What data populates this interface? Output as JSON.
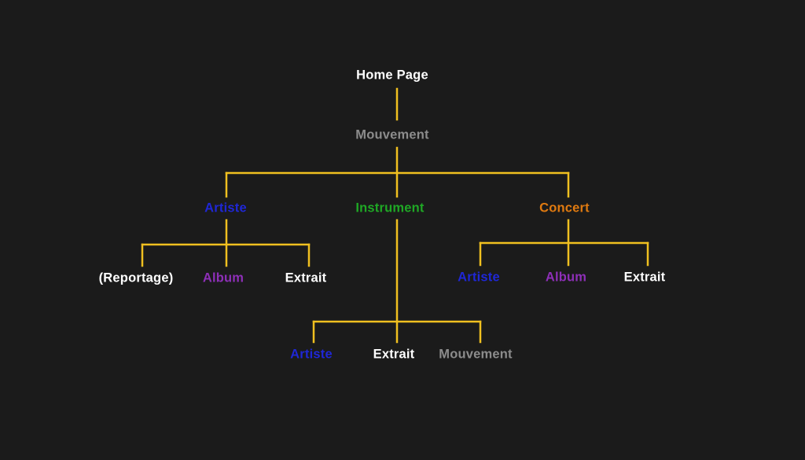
{
  "colors": {
    "background": "#1b1b1b",
    "line": "#f0c020",
    "white": "#ffffff",
    "grey": "#8c8c8c",
    "blue": "#1f27d6",
    "green": "#1fa825",
    "orange": "#e07a10",
    "purple": "#8e2fb8"
  },
  "nodes": {
    "home": {
      "label": "Home Page",
      "color": "#ffffff"
    },
    "mouvement": {
      "label": "Mouvement",
      "color": "#8c8c8c"
    },
    "artiste": {
      "label": "Artiste",
      "color": "#1f27d6"
    },
    "instrument": {
      "label": "Instrument",
      "color": "#1fa825"
    },
    "concert": {
      "label": "Concert",
      "color": "#e07a10"
    },
    "a_reportage": {
      "label": "(Reportage)",
      "color": "#ffffff"
    },
    "a_album": {
      "label": "Album",
      "color": "#8e2fb8"
    },
    "a_extrait": {
      "label": "Extrait",
      "color": "#ffffff"
    },
    "c_artiste": {
      "label": "Artiste",
      "color": "#1f27d6"
    },
    "c_album": {
      "label": "Album",
      "color": "#8e2fb8"
    },
    "c_extrait": {
      "label": "Extrait",
      "color": "#ffffff"
    },
    "i_artiste": {
      "label": "Artiste",
      "color": "#1f27d6"
    },
    "i_extrait": {
      "label": "Extrait",
      "color": "#ffffff"
    },
    "i_mouvement": {
      "label": "Mouvement",
      "color": "#8c8c8c"
    }
  }
}
